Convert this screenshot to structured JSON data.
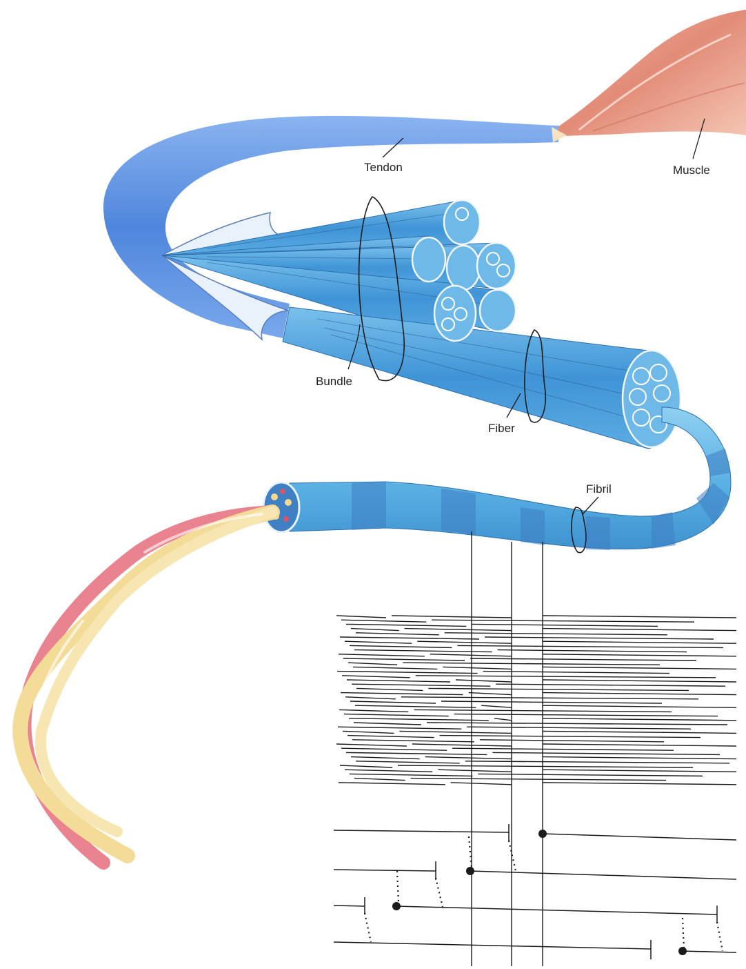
{
  "labels": {
    "tendon": "Tendon",
    "muscle": "Muscle",
    "bundle": "Bundle",
    "fiber": "Fiber",
    "fibril": "Fibril"
  },
  "colors": {
    "tendon_blue": "#5b8fe0",
    "fiber_blue": "#4fa8dc",
    "fibril_blue": "#63b4e4",
    "muscle_salmon": "#e59a88",
    "strand_yellow": "#f3dc98",
    "strand_pink": "#e9838f",
    "ink": "#1b1b1b"
  }
}
